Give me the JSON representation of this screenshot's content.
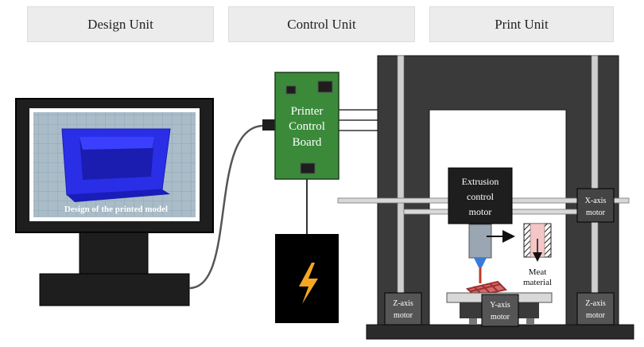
{
  "headers": {
    "design": "Design Unit",
    "control": "Control Unit",
    "print": "Print Unit"
  },
  "design_unit": {
    "screen_caption": "Design of the printed  model",
    "model_color": "#2a2ee6",
    "grid_color": "#8fa6b4"
  },
  "control_unit": {
    "board_label_lines": [
      "Printer",
      "Control",
      "Board"
    ],
    "board_color": "#3a8a3a",
    "power_icon": "lightning-bolt-icon",
    "power_icon_color": "#f5a623"
  },
  "print_unit": {
    "extrusion_motor_lines": [
      "Extrusion",
      "control",
      "motor"
    ],
    "x_axis_motor_lines": [
      "X-axis",
      "motor"
    ],
    "y_axis_motor_lines": [
      "Y-axis",
      "motor"
    ],
    "z_axis_left_lines": [
      "Z-axis",
      "motor"
    ],
    "z_axis_right_lines": [
      "Z-axis",
      "motor"
    ],
    "material_lines": [
      "Meat",
      "material"
    ],
    "frame_color": "#3a3a3a",
    "material_color": "#f5c6c6",
    "nozzle_color": "#3a7bd5"
  }
}
